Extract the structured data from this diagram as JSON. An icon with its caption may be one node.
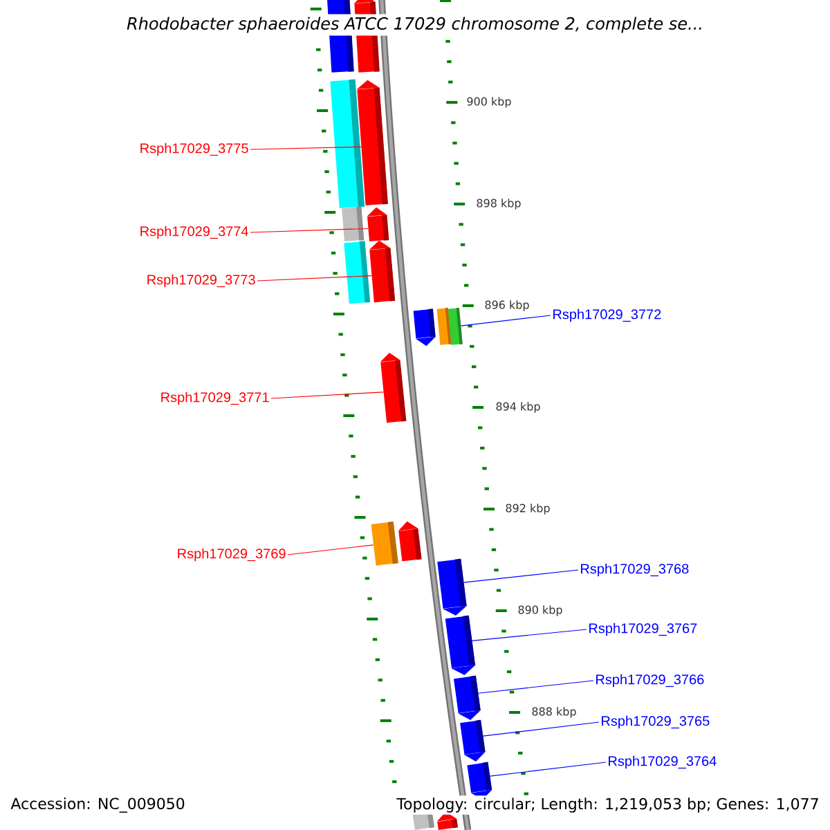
{
  "diagram": {
    "title": "Rhodobacter sphaeroides ATCC 17029 chromosome 2, complete se...",
    "nodes": [
      {
        "text": [],
        "shape": "bar"
      },
      {
        "text": [],
        "shape": "bar"
      },
      {
        "text": [],
        "shape": "bar"
      },
      {
        "text": [],
        "shape": "bar"
      },
      {
        "text": [],
        "shape": "bar"
      },
      {
        "text": [],
        "shape": "bar"
      },
      {
        "text": [],
        "shape": "bar"
      },
      {
        "text": [],
        "shape": "bar"
      },
      {
        "text": [],
        "shape": "bar"
      },
      {
        "text": [],
        "shape": "bar"
      },
      {
        "text": [],
        "shape": "bar"
      },
      {
        "text": [],
        "shape": "bar"
      },
      {
        "text": [],
        "shape": "bar"
      },
      {
        "text": [],
        "shape": "bar"
      },
      {
        "text": [],
        "shape": "bar"
      },
      {
        "text": [],
        "shape": "bar"
      },
      {
        "text": [],
        "shape": "bar"
      },
      {
        "text": [],
        "shape": "bar"
      },
      {
        "text": [],
        "shape": "bar"
      },
      {
        "text": [],
        "shape": "bar"
      },
      {
        "text": [],
        "shape": "bar"
      },
      {
        "text": [
          "Rsph17029_3775"
        ]
      },
      {
        "text": [
          "Rsph17029_3774"
        ]
      },
      {
        "text": [
          "Rsph17029_3773"
        ]
      },
      {
        "text": [
          "Rsph17029_3772"
        ]
      },
      {
        "text": [
          "Rsph17029_3771"
        ]
      },
      {
        "text": [
          "Rsph17029_3769"
        ]
      },
      {
        "text": [
          "Rsph17029_3768"
        ]
      },
      {
        "text": [
          "Rsph17029_3767"
        ]
      },
      {
        "text": [
          "Rsph17029_3766"
        ]
      },
      {
        "text": [
          "Rsph17029_3765"
        ]
      },
      {
        "text": [
          "Rsph17029_3764"
        ]
      }
    ],
    "edges": [
      {
        "from": 21,
        "to": 5,
        "arrow": "none",
        "color": "#ff0000"
      },
      {
        "from": 22,
        "to": 6,
        "arrow": "none",
        "color": "#ff0000"
      },
      {
        "from": 23,
        "to": 7,
        "arrow": "none",
        "color": "#ff0000"
      },
      {
        "from": 24,
        "to": 10,
        "arrow": "none",
        "color": "#0000ff"
      },
      {
        "from": 25,
        "to": 11,
        "arrow": "none",
        "color": "#ff0000"
      },
      {
        "from": 26,
        "to": 12,
        "arrow": "none",
        "color": "#ff0000"
      },
      {
        "from": 27,
        "to": 14,
        "arrow": "none",
        "color": "#0000ff"
      },
      {
        "from": 28,
        "to": 15,
        "arrow": "none",
        "color": "#0000ff"
      },
      {
        "from": 29,
        "to": 16,
        "arrow": "none",
        "color": "#0000ff"
      },
      {
        "from": 30,
        "to": 17,
        "arrow": "none",
        "color": "#0000ff"
      },
      {
        "from": 31,
        "to": 18,
        "arrow": "none",
        "color": "#0000ff"
      }
    ],
    "labels": [
      "900 kbp",
      "898 kbp",
      "896 kbp",
      "894 kbp",
      "892 kbp",
      "890 kbp",
      "888 kbp",
      "Accession: NC_009050",
      "Topology: circular; Length: 1,219,053 bp; Genes: 1,077"
    ]
  }
}
